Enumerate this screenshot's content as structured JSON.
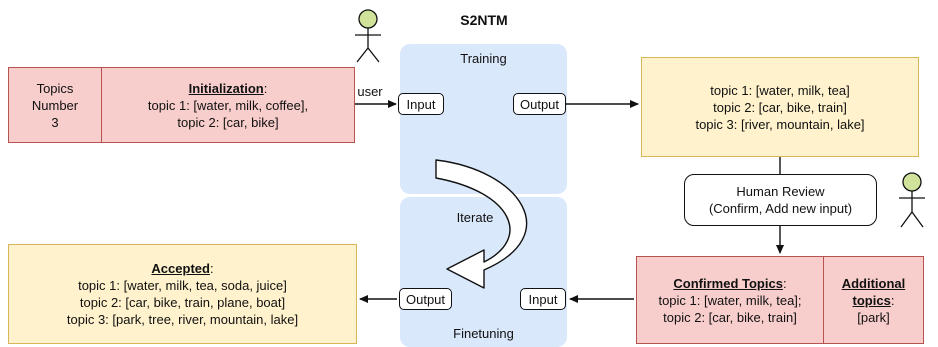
{
  "title": "S2NTM",
  "stages": {
    "training": "Training",
    "iterate": "Iterate",
    "finetuning": "Finetuning"
  },
  "user_label": "user",
  "topics_number": {
    "line1": "Topics",
    "line2": "Number",
    "line3": "3"
  },
  "initialization": {
    "heading": "Initialization",
    "suffix": ":",
    "lines": [
      "topic 1: [water, milk, coffee],",
      "topic 2: [car, bike]"
    ]
  },
  "chips": {
    "train_input": "Input",
    "train_output": "Output",
    "fine_input": "Input",
    "fine_output": "Output"
  },
  "training_output": {
    "lines": [
      "topic 1: [water, milk, tea]",
      "topic 2: [car, bike, train]",
      "topic 3: [river, mountain, lake]"
    ]
  },
  "human_review": {
    "line1": "Human Review",
    "line2": "(Confirm, Add new input)"
  },
  "confirmed": {
    "heading": "Confirmed Topics",
    "suffix": ":",
    "lines": [
      "topic 1: [water, milk, tea];",
      "topic 2: [car, bike, train]"
    ]
  },
  "additional": {
    "heading1": "Additional",
    "heading2": "topics",
    "suffix": ":",
    "value": "[park]"
  },
  "accepted": {
    "heading": "Accepted",
    "suffix": ":",
    "lines": [
      "topic 1: [water, milk, tea, soda, juice]",
      "topic 2: [car, bike, train, plane, boat]",
      "topic 3: [park, tree, river, mountain, lake]"
    ]
  },
  "colors": {
    "model_panel": "#dae8fc",
    "pink_fill": "#f8cecc",
    "pink_border": "#b85450",
    "yellow_fill": "#fff2cc",
    "yellow_border": "#d6b656",
    "person_head": "#cfe39a"
  }
}
